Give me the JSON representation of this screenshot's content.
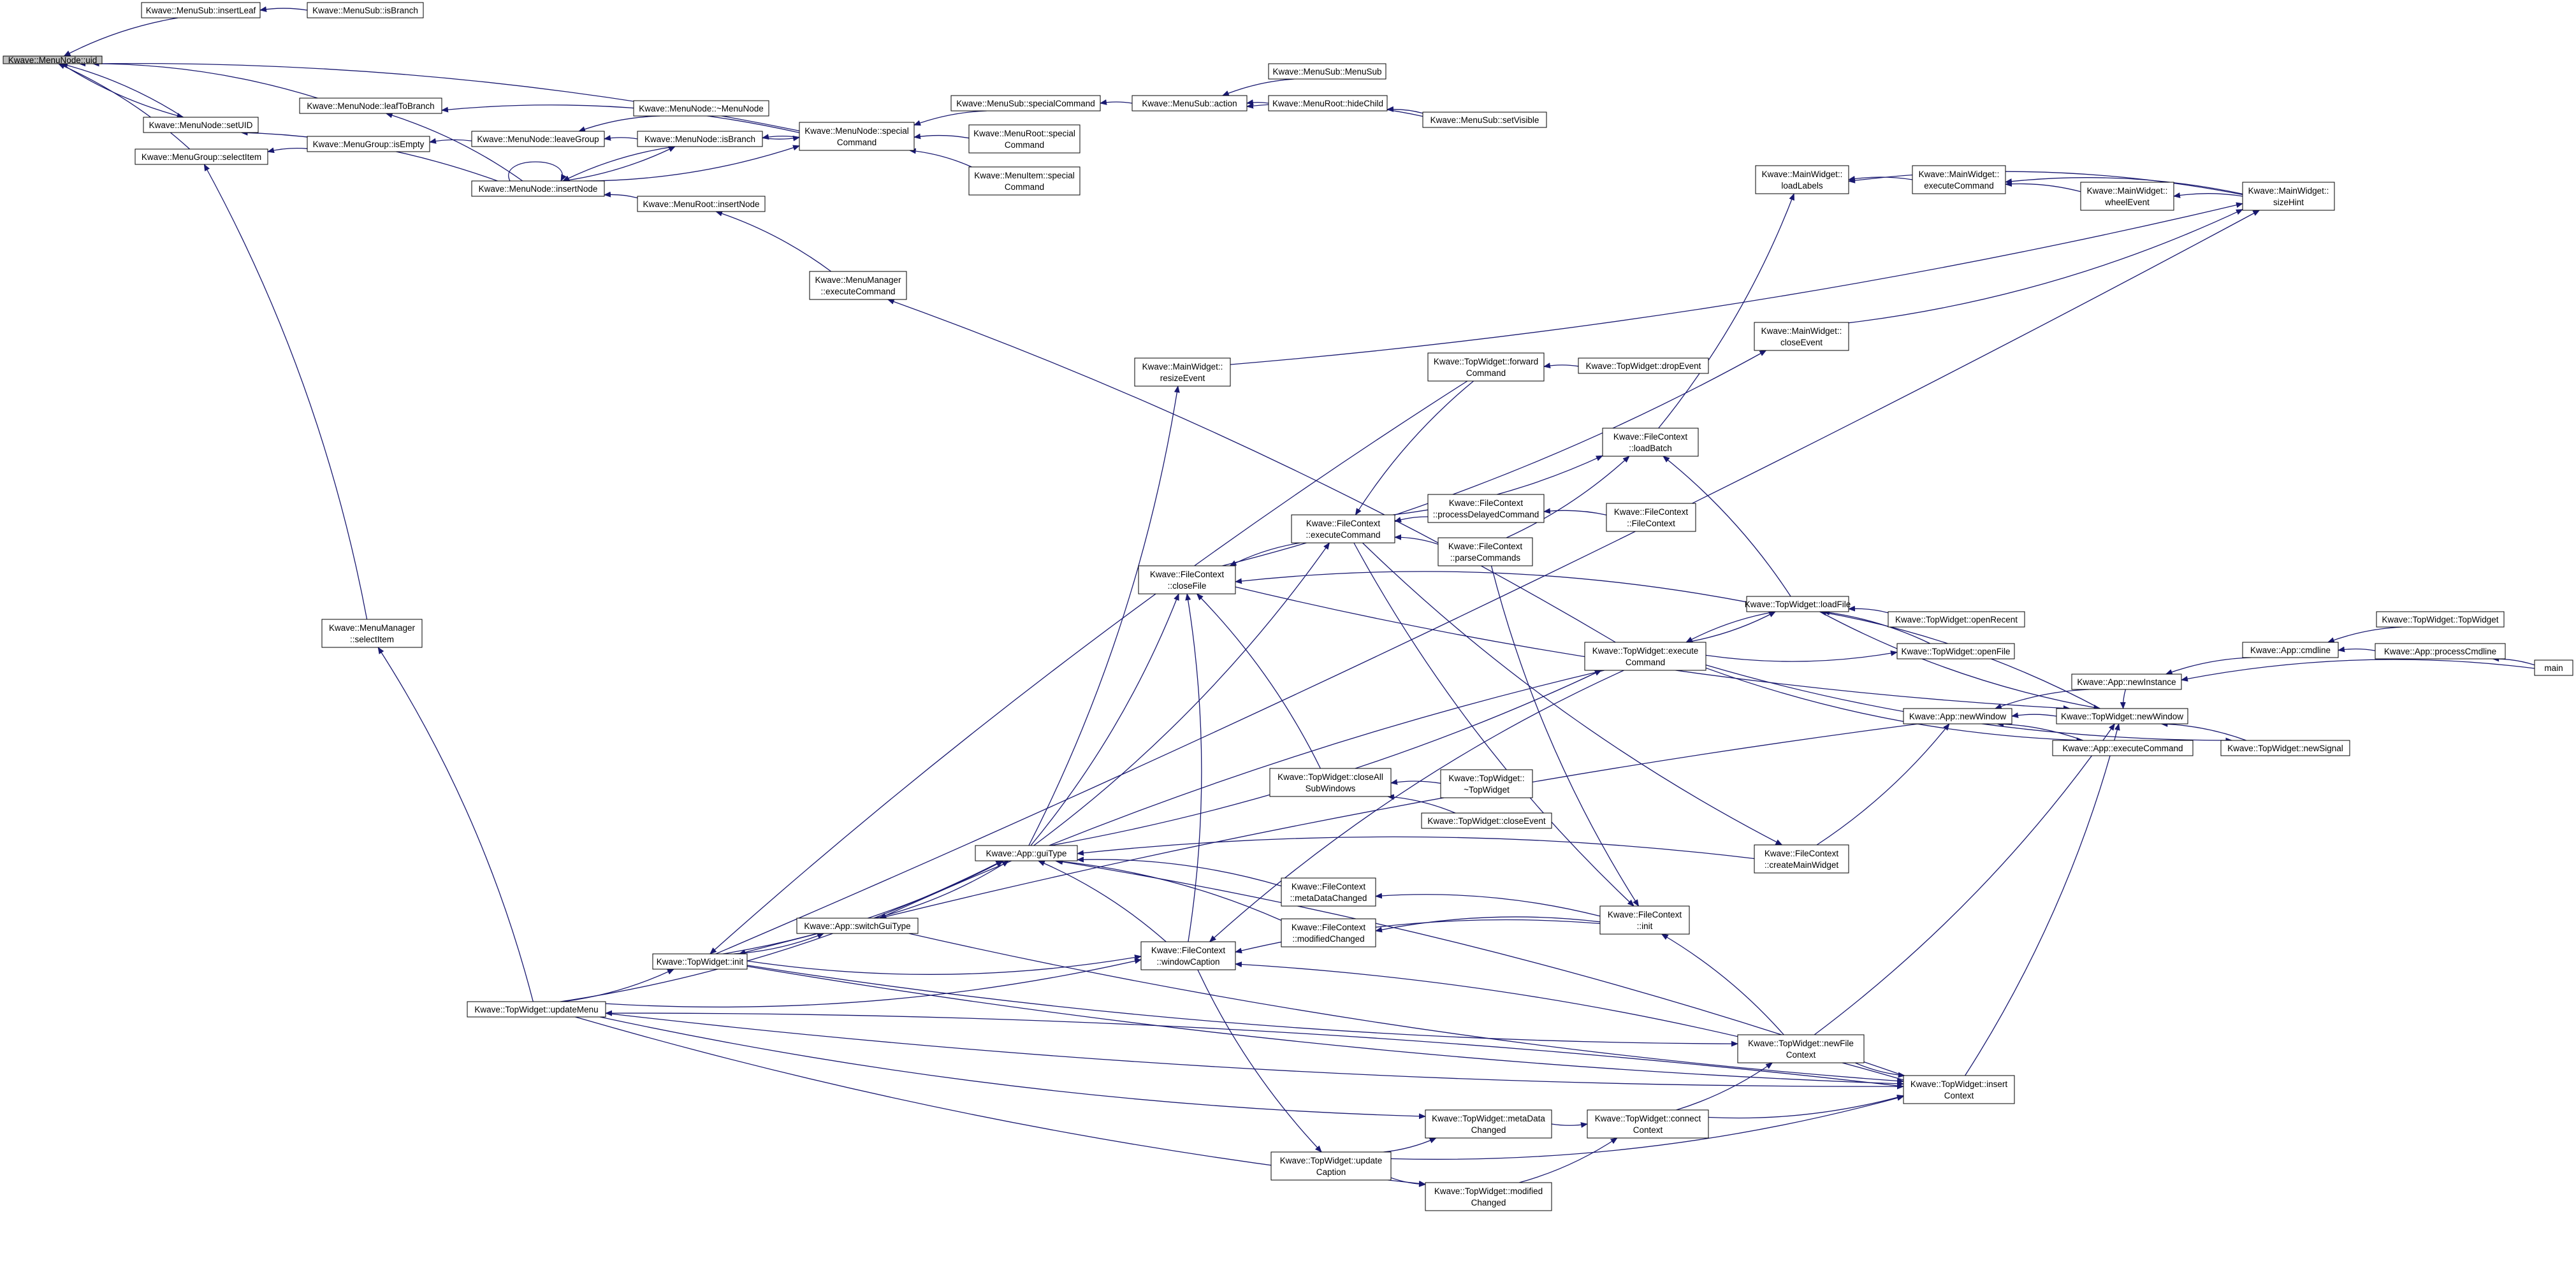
{
  "colors": {
    "edge": "#191970",
    "node_fill": "#ffffff",
    "node_root_fill": "#bfbfbf",
    "node_stroke": "#000000"
  },
  "graph": {
    "nodes": [
      {
        "id": "uid",
        "lines": [
          "Kwave::MenuNode::uid"
        ],
        "root": true
      },
      {
        "id": "subInsertLeaf",
        "lines": [
          "Kwave::MenuSub::insertLeaf"
        ]
      },
      {
        "id": "subIsBranch",
        "lines": [
          "Kwave::MenuSub::isBranch"
        ]
      },
      {
        "id": "leafToBranch",
        "lines": [
          "Kwave::MenuNode::leafToBranch"
        ]
      },
      {
        "id": "setUID",
        "lines": [
          "Kwave::MenuNode::setUID"
        ]
      },
      {
        "id": "groupSelectItem",
        "lines": [
          "Kwave::MenuGroup::selectItem"
        ]
      },
      {
        "id": "nodeDtor",
        "lines": [
          "Kwave::MenuNode::~MenuNode"
        ]
      },
      {
        "id": "groupIsEmpty",
        "lines": [
          "Kwave::MenuGroup::isEmpty"
        ]
      },
      {
        "id": "leaveGroup",
        "lines": [
          "Kwave::MenuNode::leaveGroup"
        ]
      },
      {
        "id": "nodeIsBranch",
        "lines": [
          "Kwave::MenuNode::isBranch"
        ]
      },
      {
        "id": "insertNode",
        "lines": [
          "Kwave::MenuNode::insertNode"
        ]
      },
      {
        "id": "rootInsertNode",
        "lines": [
          "Kwave::MenuRoot::insertNode"
        ]
      },
      {
        "id": "nodeSpecialCommand",
        "lines": [
          "Kwave::MenuNode::special",
          "Command"
        ]
      },
      {
        "id": "subSpecialCommand",
        "lines": [
          "Kwave::MenuSub::specialCommand"
        ]
      },
      {
        "id": "rootSpecialCommand",
        "lines": [
          "Kwave::MenuRoot::special",
          "Command"
        ]
      },
      {
        "id": "itemSpecialCommand",
        "lines": [
          "Kwave::MenuItem::special",
          "Command"
        ]
      },
      {
        "id": "subAction",
        "lines": [
          "Kwave::MenuSub::action"
        ]
      },
      {
        "id": "subCtor",
        "lines": [
          "Kwave::MenuSub::MenuSub"
        ]
      },
      {
        "id": "rootHideChild",
        "lines": [
          "Kwave::MenuRoot::hideChild"
        ]
      },
      {
        "id": "subSetVisible",
        "lines": [
          "Kwave::MenuSub::setVisible"
        ]
      },
      {
        "id": "mgrExecuteCommand",
        "lines": [
          "Kwave::MenuManager",
          "::executeCommand"
        ]
      },
      {
        "id": "mgrSelectItem",
        "lines": [
          "Kwave::MenuManager",
          "::selectItem"
        ]
      },
      {
        "id": "mwLoadLabels",
        "lines": [
          "Kwave::MainWidget::",
          "loadLabels"
        ]
      },
      {
        "id": "mwExecuteCommand",
        "lines": [
          "Kwave::MainWidget::",
          "executeCommand"
        ]
      },
      {
        "id": "mwWheelEvent",
        "lines": [
          "Kwave::MainWidget::",
          "wheelEvent"
        ]
      },
      {
        "id": "mwSizeHint",
        "lines": [
          "Kwave::MainWidget::",
          "sizeHint"
        ]
      },
      {
        "id": "mwResizeEvent",
        "lines": [
          "Kwave::MainWidget::",
          "resizeEvent"
        ]
      },
      {
        "id": "twForwardCommand",
        "lines": [
          "Kwave::TopWidget::forward",
          "Command"
        ]
      },
      {
        "id": "twDropEvent",
        "lines": [
          "Kwave::TopWidget::dropEvent"
        ]
      },
      {
        "id": "mwCloseEvent",
        "lines": [
          "Kwave::MainWidget::",
          "closeEvent"
        ]
      },
      {
        "id": "fcLoadBatch",
        "lines": [
          "Kwave::FileContext",
          "::loadBatch"
        ]
      },
      {
        "id": "fcExecuteCommand",
        "lines": [
          "Kwave::FileContext",
          "::executeCommand"
        ]
      },
      {
        "id": "fcProcessDelayed",
        "lines": [
          "Kwave::FileContext",
          "::processDelayedCommand"
        ]
      },
      {
        "id": "fcCtor",
        "lines": [
          "Kwave::FileContext",
          "::FileContext"
        ]
      },
      {
        "id": "fcParseCommands",
        "lines": [
          "Kwave::FileContext",
          "::parseCommands"
        ]
      },
      {
        "id": "fcCloseFile",
        "lines": [
          "Kwave::FileContext",
          "::closeFile"
        ]
      },
      {
        "id": "twLoadFile",
        "lines": [
          "Kwave::TopWidget::loadFile"
        ]
      },
      {
        "id": "twOpenRecent",
        "lines": [
          "Kwave::TopWidget::openRecent"
        ]
      },
      {
        "id": "twExecuteCommand",
        "lines": [
          "Kwave::TopWidget::execute",
          "Command"
        ]
      },
      {
        "id": "twOpenFile",
        "lines": [
          "Kwave::TopWidget::openFile"
        ]
      },
      {
        "id": "twCtor",
        "lines": [
          "Kwave::TopWidget::TopWidget"
        ]
      },
      {
        "id": "appCmdline",
        "lines": [
          "Kwave::App::cmdline"
        ]
      },
      {
        "id": "appProcessCmdline",
        "lines": [
          "Kwave::App::processCmdline"
        ]
      },
      {
        "id": "appNewInstance",
        "lines": [
          "Kwave::App::newInstance"
        ]
      },
      {
        "id": "main",
        "lines": [
          "main"
        ]
      },
      {
        "id": "appNewWindow",
        "lines": [
          "Kwave::App::newWindow"
        ]
      },
      {
        "id": "twNewWindow",
        "lines": [
          "Kwave::TopWidget::newWindow"
        ]
      },
      {
        "id": "appExecuteCommand",
        "lines": [
          "Kwave::App::executeCommand"
        ]
      },
      {
        "id": "twNewSignal",
        "lines": [
          "Kwave::TopWidget::newSignal"
        ]
      },
      {
        "id": "twCloseAllSubWindows",
        "lines": [
          "Kwave::TopWidget::closeAll",
          "SubWindows"
        ]
      },
      {
        "id": "twDtor",
        "lines": [
          "Kwave::TopWidget::",
          "~TopWidget"
        ]
      },
      {
        "id": "twCloseEvent",
        "lines": [
          "Kwave::TopWidget::closeEvent"
        ]
      },
      {
        "id": "appGuiType",
        "lines": [
          "Kwave::App::guiType"
        ]
      },
      {
        "id": "fcCreateMainWidget",
        "lines": [
          "Kwave::FileContext",
          "::createMainWidget"
        ]
      },
      {
        "id": "fcMetaDataChanged",
        "lines": [
          "Kwave::FileContext",
          "::metaDataChanged"
        ]
      },
      {
        "id": "fcModifiedChanged",
        "lines": [
          "Kwave::FileContext",
          "::modifiedChanged"
        ]
      },
      {
        "id": "fcInit",
        "lines": [
          "Kwave::FileContext",
          "::init"
        ]
      },
      {
        "id": "appSwitchGuiType",
        "lines": [
          "Kwave::App::switchGuiType"
        ]
      },
      {
        "id": "fcWindowCaption",
        "lines": [
          "Kwave::FileContext",
          "::windowCaption"
        ]
      },
      {
        "id": "twInit",
        "lines": [
          "Kwave::TopWidget::init"
        ]
      },
      {
        "id": "twUpdateMenu",
        "lines": [
          "Kwave::TopWidget::updateMenu"
        ]
      },
      {
        "id": "twNewFileContext",
        "lines": [
          "Kwave::TopWidget::newFile",
          "Context"
        ]
      },
      {
        "id": "twInsertContext",
        "lines": [
          "Kwave::TopWidget::insert",
          "Context"
        ]
      },
      {
        "id": "twMetaDataChanged",
        "lines": [
          "Kwave::TopWidget::metaData",
          "Changed"
        ]
      },
      {
        "id": "twConnectContext",
        "lines": [
          "Kwave::TopWidget::connect",
          "Context"
        ]
      },
      {
        "id": "twUpdateCaption",
        "lines": [
          "Kwave::TopWidget::update",
          "Caption"
        ]
      },
      {
        "id": "twModifiedChanged",
        "lines": [
          "Kwave::TopWidget::modified",
          "Changed"
        ]
      }
    ]
  }
}
